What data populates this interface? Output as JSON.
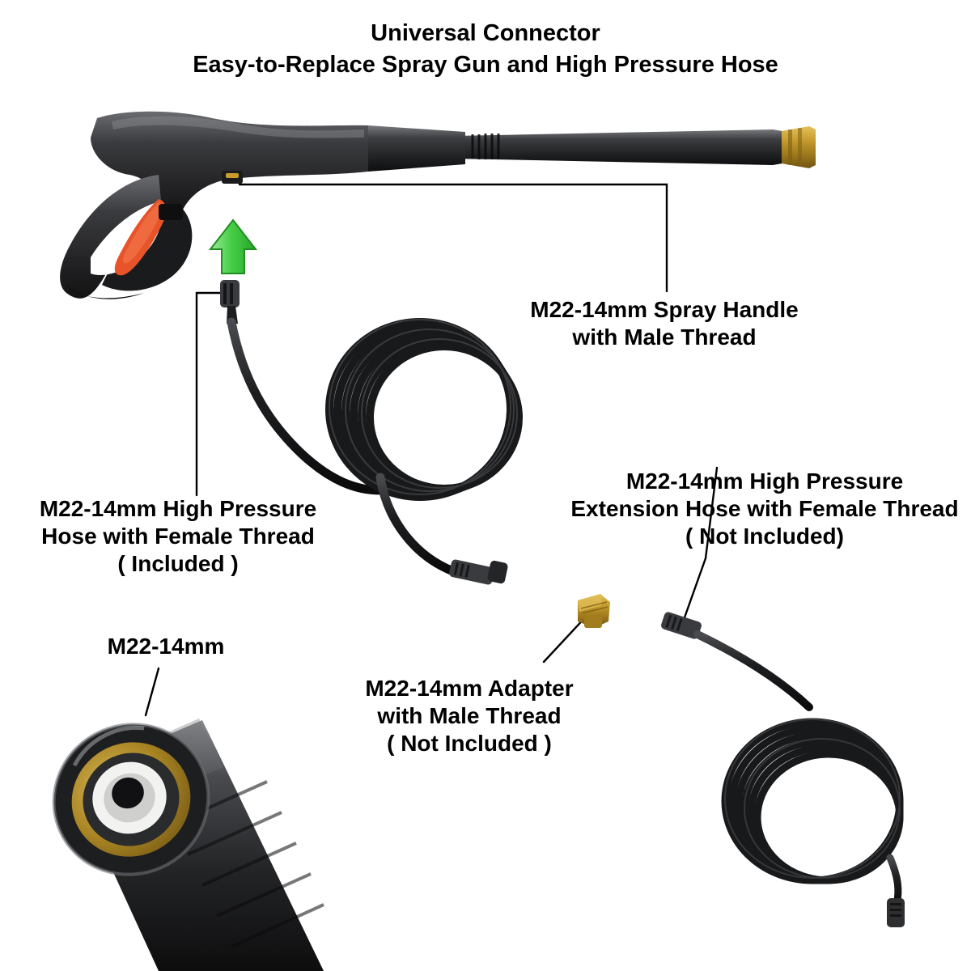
{
  "title": {
    "line1": "Universal Connector",
    "line2": "Easy-to-Replace Spray Gun and High Pressure Hose",
    "text": "Universal Connector\nEasy-to-Replace Spray Gun and High Pressure Hose"
  },
  "labels": {
    "spray_handle": "M22-14mm Spray Handle\nwith Male Thread",
    "hose_female": "M22-14mm High Pressure\nHose with Female Thread\n( Included )",
    "extension_hose": "M22-14mm High Pressure\nExtension Hose with Female Thread\n( Not Included)",
    "adapter": "M22-14mm Adapter\nwith Male Thread\n( Not Included )",
    "connector_size": "M22-14mm"
  },
  "colors": {
    "background": "#ffffff",
    "text": "#000000",
    "gun_body": "#2b2b2d",
    "gun_highlight": "#6e6f73",
    "trigger": "#e8542a",
    "brass": "#b98a22",
    "arrow_green": "#3ec63e",
    "hose": "#1b1b1d",
    "leader_line": "#000000"
  },
  "callouts": [
    {
      "name": "spray-handle",
      "from": "gun-trigger-collar",
      "to": "label-spray-handle"
    },
    {
      "name": "hose-female",
      "from": "hose-female-fitting",
      "to": "label-hose-female"
    },
    {
      "name": "extension-hose",
      "from": "extension-hose-fitting",
      "to": "label-extension-hose"
    },
    {
      "name": "adapter",
      "from": "brass-adapter",
      "to": "label-adapter"
    },
    {
      "name": "connector-size",
      "from": "connector-closeup",
      "to": "label-m22"
    }
  ]
}
